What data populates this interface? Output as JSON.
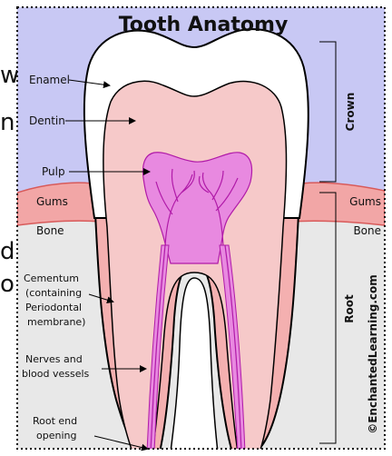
{
  "title": "Tooth Anatomy",
  "copyright": "©EnchantedLearning.com",
  "cut_text": {
    "a": "w",
    "b": "n",
    "c": "d",
    "d": "o"
  },
  "labels": {
    "enamel": "Enamel",
    "dentin": "Dentin",
    "pulp": "Pulp",
    "gums_left": "Gums",
    "bone_left": "Bone",
    "cementum_1": "Cementum",
    "cementum_2": "(containing",
    "cementum_3": "Periodontal",
    "cementum_4": "membrane)",
    "nerves_1": "Nerves and",
    "nerves_2": "blood vessels",
    "rootend_1": "Root end",
    "rootend_2": "opening",
    "crown": "Crown",
    "root": "Root",
    "gums_right": "Gums",
    "bone_right": "Bone"
  },
  "colors": {
    "crown_bg": "#c8c8f4",
    "gums": "#f2a6a6",
    "gums_edge": "#d85a5a",
    "bone": "#e8e8e8",
    "enamel": "#ffffff",
    "dentin": "#f6c9c9",
    "pulp": "#e889e0",
    "nerve": "#b01aa8",
    "border": "#000000"
  }
}
